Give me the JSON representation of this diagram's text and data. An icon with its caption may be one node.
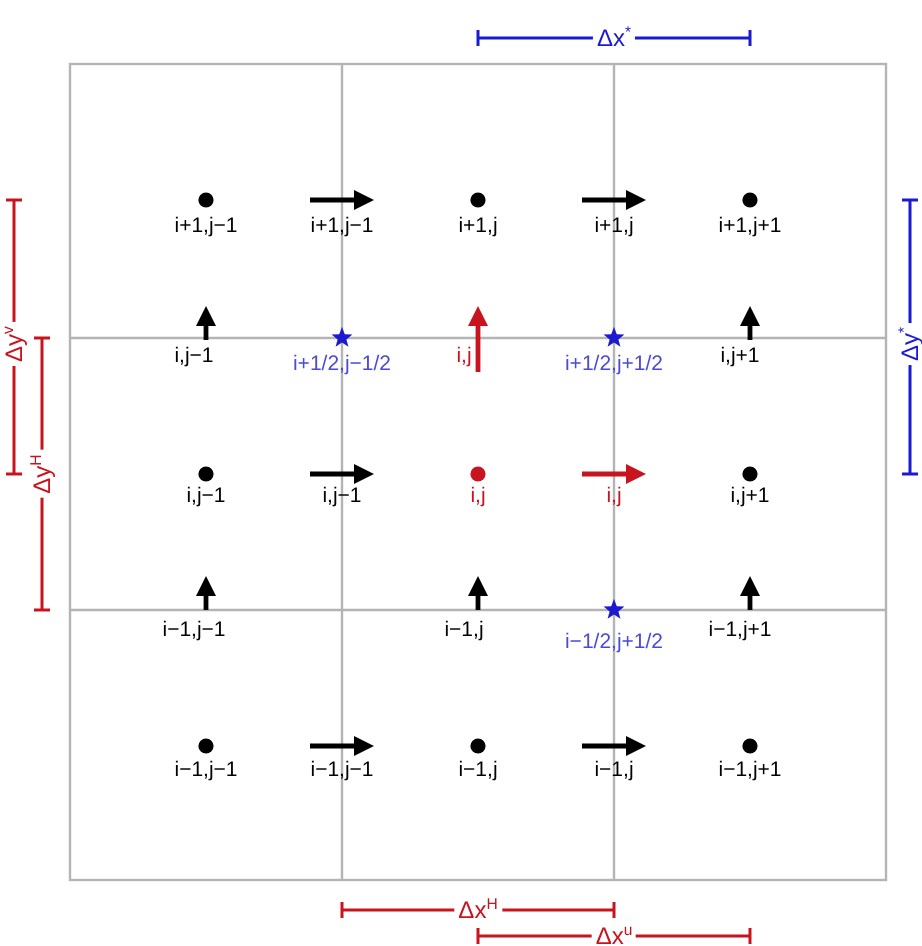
{
  "diagram": {
    "labels": [
      "Δx$^{*}$",
      "i+1,j−1",
      "i+1,j−1",
      "i+1,j",
      "i+1,j",
      "i+1,j+1",
      "Δy$^{v}$",
      "Δy$^{*}$",
      "i,j−1",
      "i+1/2,j−1/2",
      "i,j",
      "i+1/2,j+1/2",
      "i,j+1",
      "Δy$^{H}$",
      "i,j−1",
      "i,j−1",
      "i,j",
      "i,j",
      "i,j+1",
      "i−1,j−1",
      "i−1,j",
      "i−1,j+1",
      "i−1/2,j+1/2",
      "i−1,j−1",
      "i−1,j−1",
      "i−1,j",
      "i−1,j",
      "i−1,j+1",
      "Δx$^{H}$",
      "Δx$^{u}$"
    ]
  }
}
